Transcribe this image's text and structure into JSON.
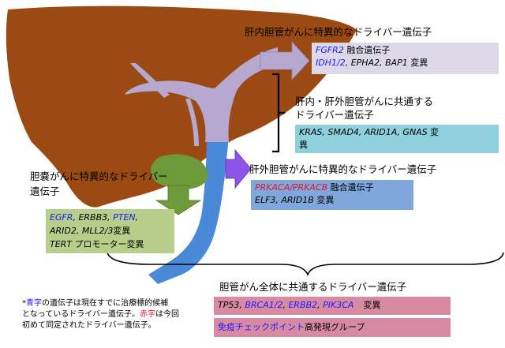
{
  "colors": {
    "liver": "#9a4a12",
    "bile_duct": "#b7a8d0",
    "extrahepatic_duct": "#4a88d8",
    "gallbladder": "#6e9a3a",
    "arrow_purple": "#8a55e8",
    "highlight_blue": "#1a1aff",
    "highlight_red": "#e8102a"
  },
  "intrahepatic": {
    "title": "肝内胆管がんに特異的なドライバー遺伝子",
    "line1": {
      "gene1": "FGFR2",
      "rest": " 融合遺伝子"
    },
    "line2": {
      "gene1": "IDH1/2",
      "rest": ", EPHA2, BAP1 ",
      "suffix": "変異"
    }
  },
  "common_intra_extra": {
    "title_line1": "肝内・肝外胆管がんに共通する",
    "title_line2": "ドライバー遺伝子",
    "genes": "KRAS, SMAD4, ARID1A, GNAS",
    "suffix_a": " 変",
    "suffix_b": "異"
  },
  "extrahepatic": {
    "title": "肝外胆管がんに特異的なドライバー遺伝子",
    "line1": {
      "gene1": "PRKACA/PRKACB",
      "rest": " 融合遺伝子"
    },
    "line2": {
      "genes": "ELF3, ARID1B",
      "suffix": " 変異"
    }
  },
  "gallbladder": {
    "title_line1": "胆嚢がんに特異的なドライバー",
    "title_line2": "遺伝子",
    "line1": {
      "gene_a": "EGFR",
      "sep1": ", ERBB3, ",
      "gene_b": "PTEN",
      "sep2": ","
    },
    "line2": {
      "genes": "ARID2, MLL2/3",
      "suffix": "変異"
    },
    "line3": {
      "gene": "TERT",
      "rest": " プロモーター変異"
    }
  },
  "all_biliary": {
    "title": "胆管がん全体に共通するドライバー遺伝子",
    "line1": {
      "g1": "TP53",
      "c1": ", ",
      "g2": "BRCA1/2",
      "c2": ", ",
      "g3": "ERBB2",
      "c3": ", ",
      "g4": "PIK3CA",
      "suffix": "変異"
    },
    "line2": {
      "highlight": "免疫チェックポイント",
      "rest": "高発現グループ"
    }
  },
  "footnote": {
    "star": "*",
    "blue_word": "青字",
    "line1_rest": "の遺伝子は現在すでに治療標的候補",
    "line2_a": "となっているドライバー遺伝子。",
    "red_word": "赤字",
    "line2_b": "は今回",
    "line3": "初めて同定されたドライバー遺伝子。"
  }
}
